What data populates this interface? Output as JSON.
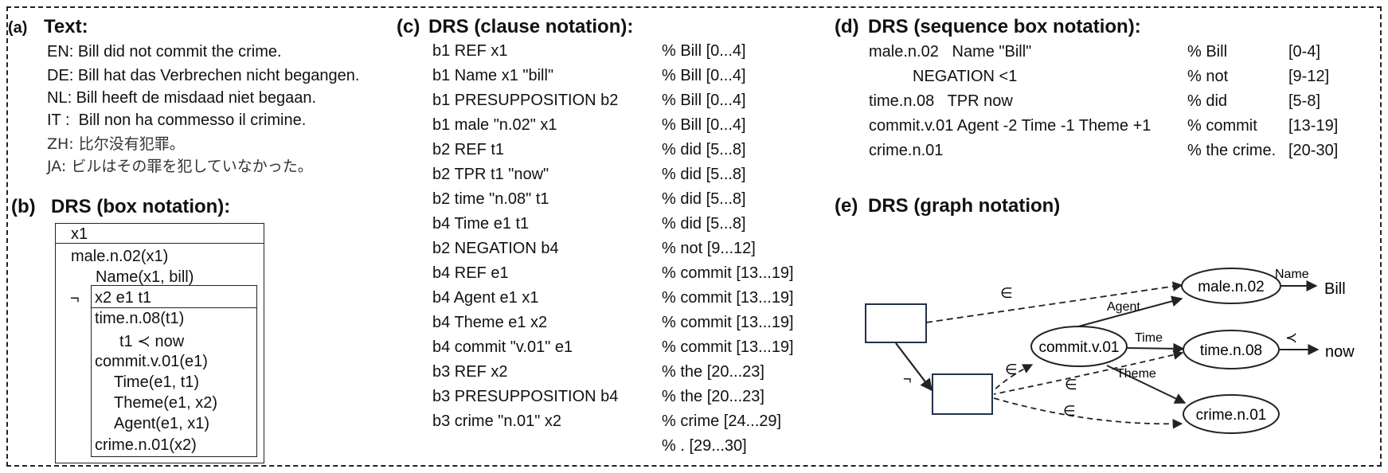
{
  "panel_a": {
    "marker": "(a)",
    "title": "Text:",
    "lines": [
      "EN: Bill did not commit the crime.",
      "DE: Bill hat das Verbrechen nicht begangen.",
      "NL: Bill heeft de misdaad niet begaan.",
      "IT :  Bill non ha commesso il crimine.",
      "ZH: 比尔没有犯罪。",
      "JA: ビルはその罪を犯していなかった。"
    ]
  },
  "panel_b": {
    "marker": "(b)",
    "title": "DRS (box notation):",
    "outer_referents": "x1",
    "outer_conditions": [
      "male.n.02(x1)",
      "Name(x1, bill)"
    ],
    "negation_symbol": "¬",
    "inner_referents": "x2 e1 t1",
    "inner_conditions": [
      "time.n.08(t1)",
      "t1 ≺ now",
      "commit.v.01(e1)",
      "Time(e1, t1)",
      "Theme(e1, x2)",
      "Agent(e1, x1)",
      "crime.n.01(x2)"
    ]
  },
  "panel_c": {
    "marker": "(c)",
    "title": "DRS (clause notation):",
    "rows": [
      {
        "clause": "b1 REF x1",
        "anchor": "% Bill [0...4]"
      },
      {
        "clause": "b1 Name x1 \"bill\"",
        "anchor": "% Bill [0...4]"
      },
      {
        "clause": "b1 PRESUPPOSITION b2",
        "anchor": "% Bill [0...4]"
      },
      {
        "clause": "b1 male \"n.02\" x1",
        "anchor": "% Bill [0...4]"
      },
      {
        "clause": "b2 REF t1",
        "anchor": "% did [5...8]"
      },
      {
        "clause": "b2 TPR t1 \"now\"",
        "anchor": "% did [5...8]"
      },
      {
        "clause": "b2 time \"n.08\" t1",
        "anchor": "% did [5...8]"
      },
      {
        "clause": "b4 Time e1 t1",
        "anchor": "% did [5...8]"
      },
      {
        "clause": "b2 NEGATION b4",
        "anchor": "% not [9...12]"
      },
      {
        "clause": "b4 REF e1",
        "anchor": "% commit [13...19]"
      },
      {
        "clause": "b4 Agent e1 x1",
        "anchor": "% commit [13...19]"
      },
      {
        "clause": "b4 Theme e1 x2",
        "anchor": "% commit [13...19]"
      },
      {
        "clause": "b4 commit \"v.01\" e1",
        "anchor": "% commit [13...19]"
      },
      {
        "clause": "b3 REF x2",
        "anchor": "% the [20...23]"
      },
      {
        "clause": "b3 PRESUPPOSITION b4",
        "anchor": "% the [20...23]"
      },
      {
        "clause": "b3 crime \"n.01\" x2",
        "anchor": "% crime [24...29]"
      },
      {
        "clause": "",
        "anchor": "% . [29...30]"
      }
    ]
  },
  "panel_d": {
    "marker": "(d)",
    "title": "DRS (sequence box notation):",
    "rows": [
      {
        "seq": "male.n.02   Name \"Bill\"",
        "word": "% Bill",
        "span": "[0-4]"
      },
      {
        "seq": "NEGATION <1",
        "word": "% not",
        "span": "[9-12]"
      },
      {
        "seq": "time.n.08   TPR now",
        "word": "% did",
        "span": "[5-8]"
      },
      {
        "seq": "commit.v.01 Agent -2 Time -1 Theme +1",
        "word": "% commit",
        "span": "[13-19]"
      },
      {
        "seq": "crime.n.01",
        "word": "% the crime.",
        "span": "[20-30]"
      }
    ]
  },
  "panel_e": {
    "marker": "(e)",
    "title": "DRS (graph notation)",
    "nodes": {
      "male": "male.n.02",
      "commit": "commit.v.01",
      "time": "time.n.08",
      "crime": "crime.n.01",
      "bill": "Bill",
      "now": "now"
    },
    "edge_labels": {
      "member": "∈",
      "negation": "¬",
      "agent": "Agent",
      "time": "Time",
      "theme": "Theme",
      "name": "Name",
      "precedes": "≺"
    }
  }
}
